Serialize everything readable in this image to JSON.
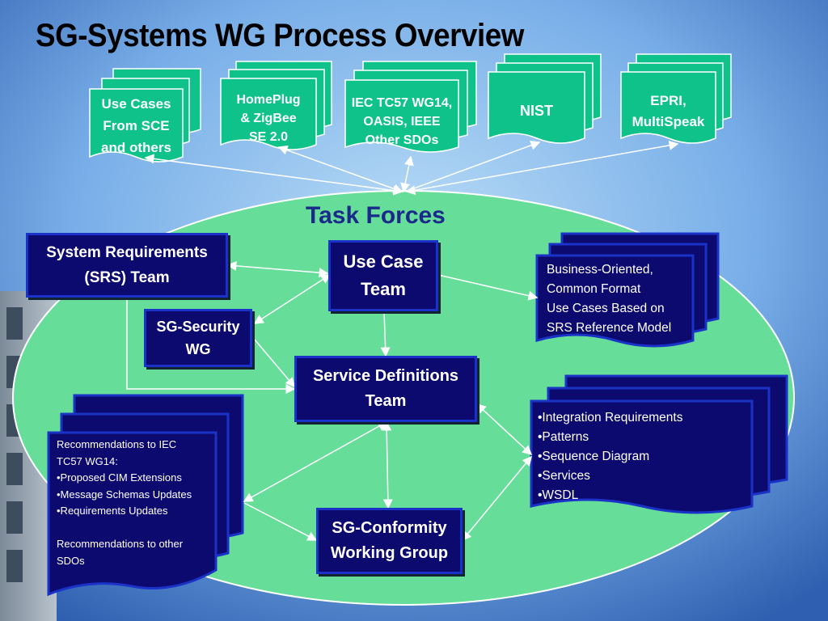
{
  "title": "SG-Systems WG Process Overview",
  "sdo_sources": [
    {
      "label": "Use Cases\nFrom SCE\nand others"
    },
    {
      "label": "HomePlug\n& ZigBee\nSE 2.0"
    },
    {
      "label": "IEC TC57 WG14,\nOASIS, IEEE\nOther SDOs"
    },
    {
      "label": "NIST"
    },
    {
      "label": "EPRI,\nMultiSpeak"
    }
  ],
  "task_forces_label": "Task Forces",
  "teams": {
    "srs": "System Requirements\n(SRS) Team",
    "use_case": "Use Case\nTeam",
    "security": "SG-Security\nWG",
    "service_defs": "Service Definitions\nTeam",
    "conformity": "SG-Conformity\nWorking Group"
  },
  "documents": {
    "business": "Business-Oriented,\nCommon Format\nUse Cases Based on\nSRS Reference Model",
    "integration": "•Integration Requirements\n•Patterns\n•Sequence Diagram\n•Services\n•WSDL",
    "recommendations": "Recommendations to IEC\nTC57 WG14:\n•Proposed CIM Extensions\n•Message Schemas Updates\n•Requirements Updates\n\nRecommendations to other\nSDOs"
  },
  "colors": {
    "background": "#5b8fd6",
    "ellipse": "#66dd99",
    "sdo_doc": "#0fc28a",
    "team_box": "#0c0a6e",
    "team_border": "#1a32c8"
  }
}
